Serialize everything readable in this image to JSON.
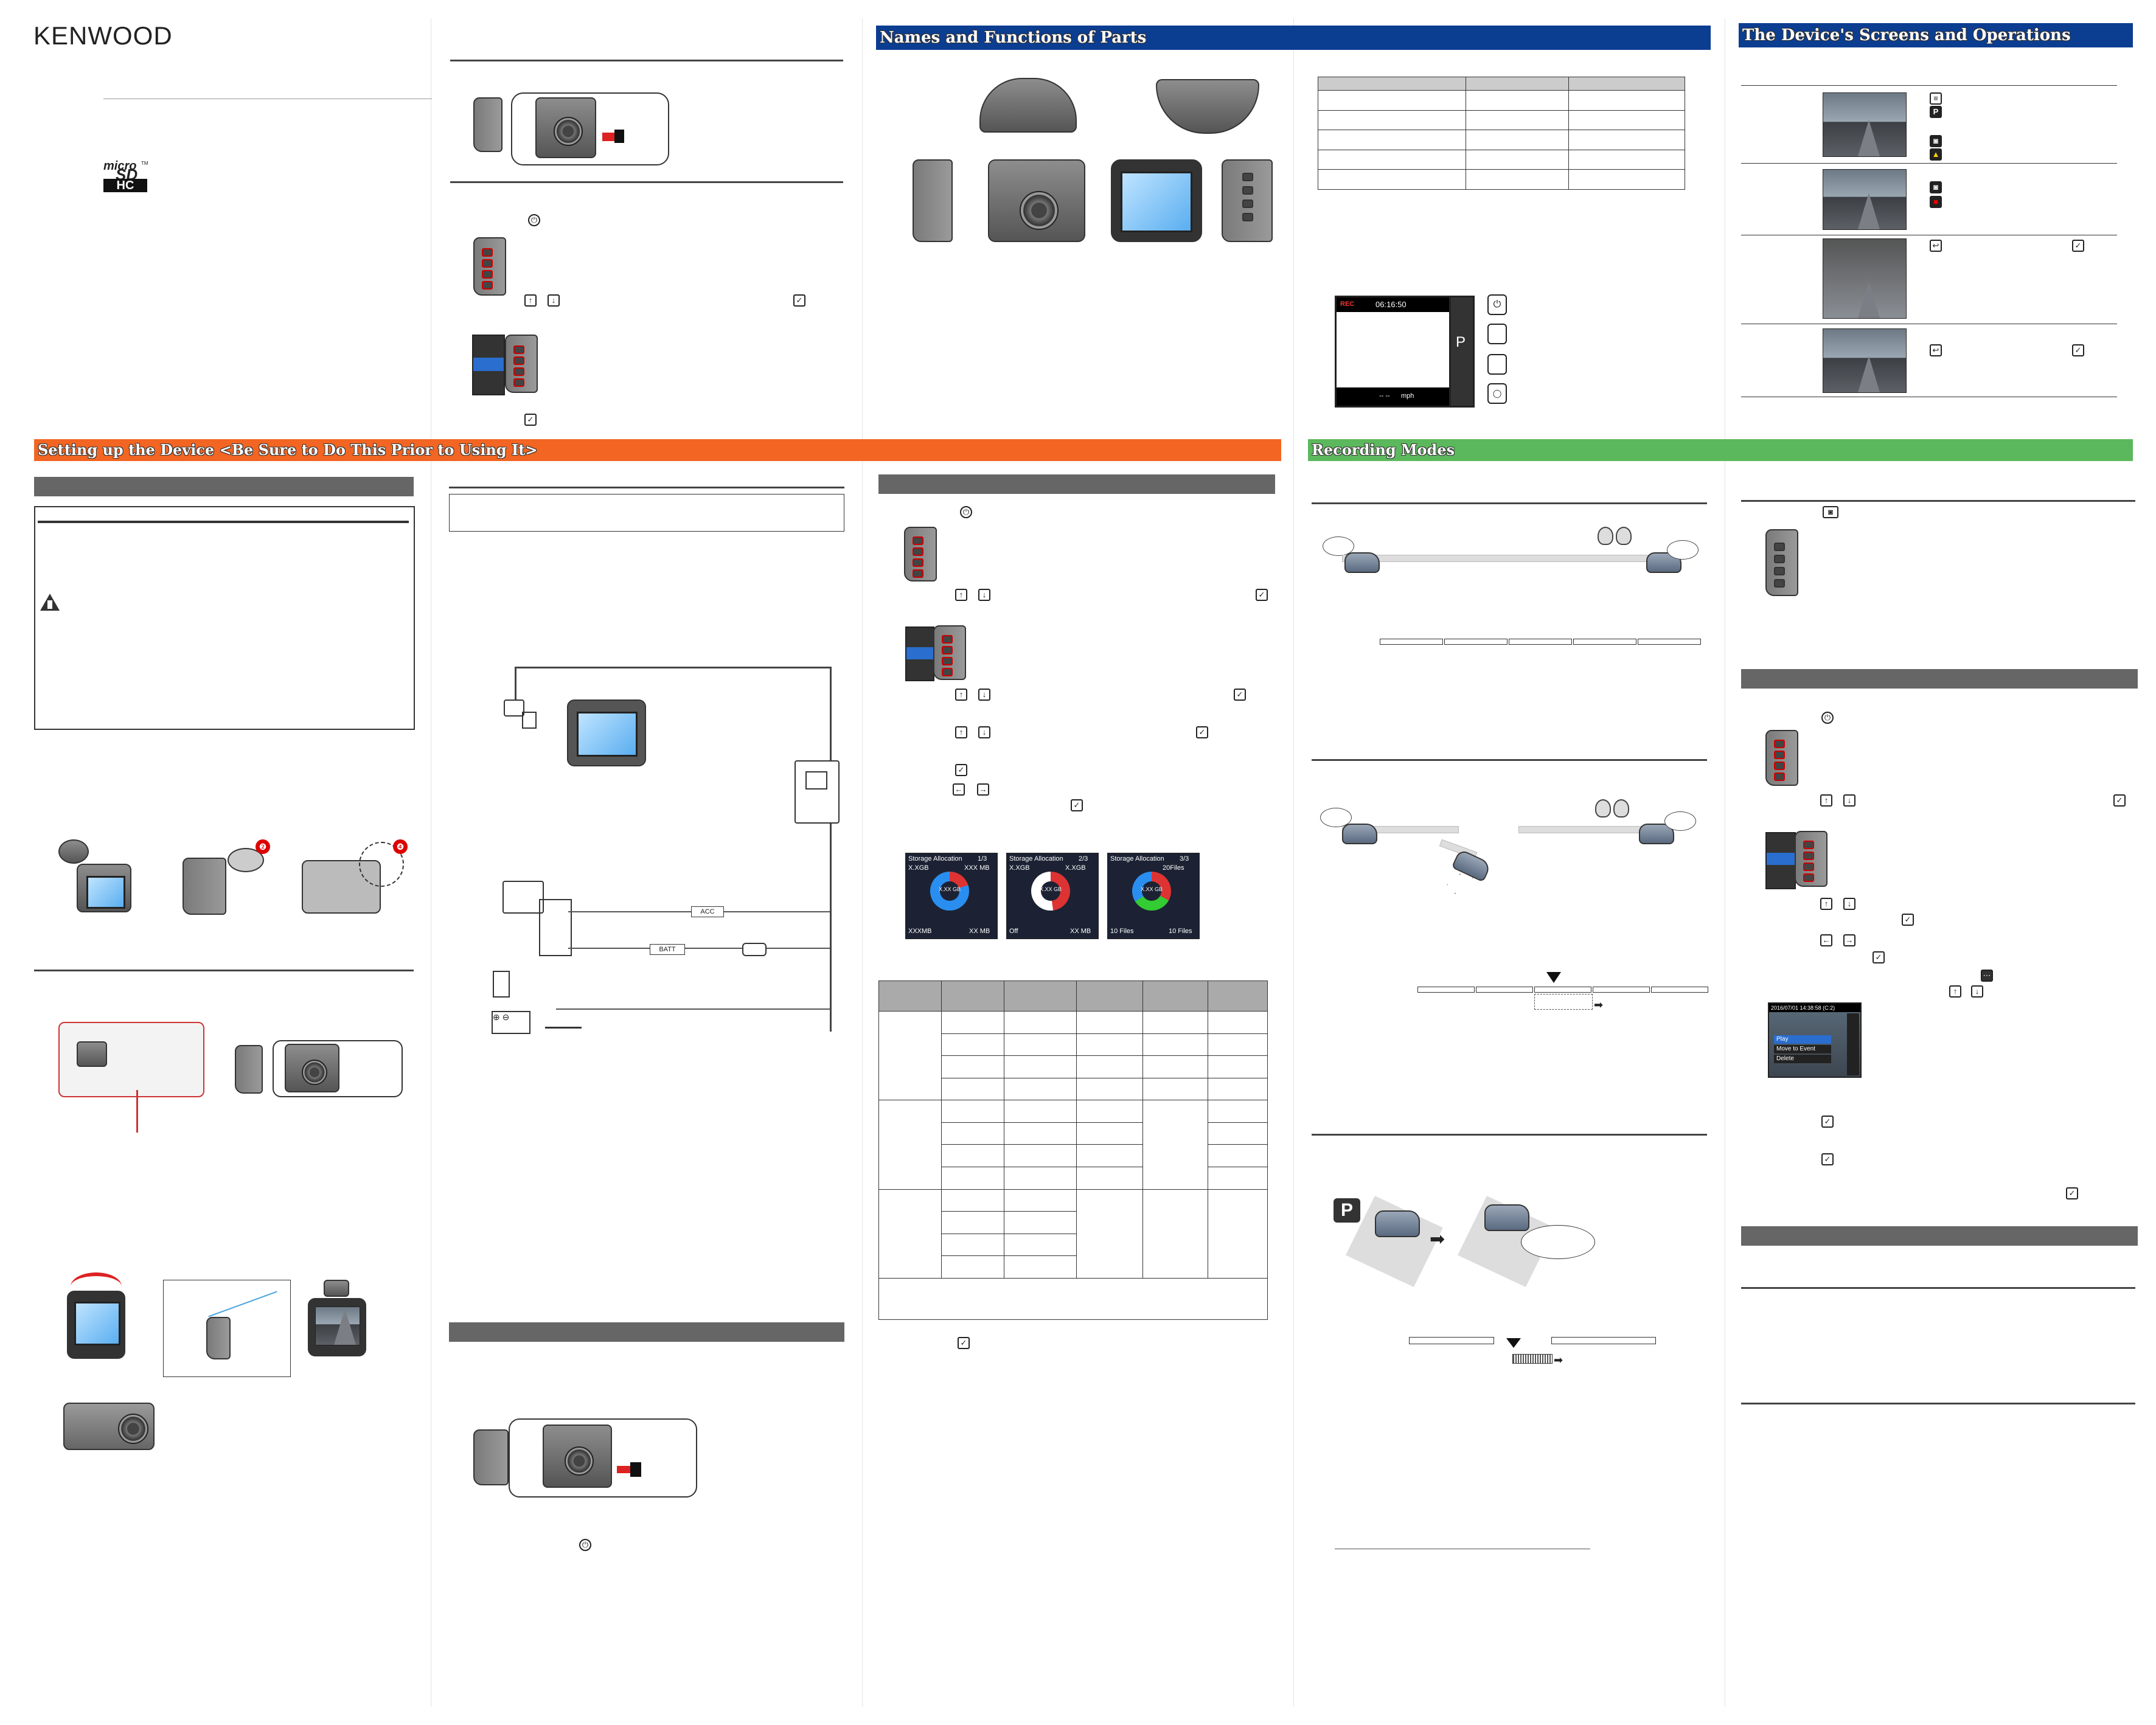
{
  "brand": "KENWOOD",
  "microsd_logo": {
    "line1": "micro",
    "line2": "SD",
    "line3": "HC",
    "tm": "TM"
  },
  "headers": {
    "names_functions": "Names and Functions of Parts",
    "screens_operations": "The Device's Screens and Operations",
    "setting_up": "Setting up the Device <Be Sure to Do This Prior to Using It>",
    "recording_modes": "Recording Modes"
  },
  "screen_readout": {
    "rec_label": "REC",
    "time": "06:16:50",
    "parking": "P",
    "speed_unit": "mph",
    "speed_value": "-- --"
  },
  "wiring": {
    "acc_label": "ACC",
    "batt_label": "BATT"
  },
  "storage_allocation": [
    {
      "title": "Storage Allocation",
      "page": "1/3",
      "top_left": "X.XGB",
      "top_right": "XXX MB",
      "center": "X.XX GB",
      "bottom_left": "XXXMB",
      "bottom_right": "XX MB"
    },
    {
      "title": "Storage Allocation",
      "page": "2/3",
      "top_left": "X.XGB",
      "top_right": "X.XGB",
      "center": "X.XX GB",
      "bottom_left": "Off",
      "bottom_right": "XX MB"
    },
    {
      "title": "Storage Allocation",
      "page": "3/3",
      "top_left": "",
      "top_right": "20Files",
      "center": "X.XX GB",
      "bottom_left": "10 Files",
      "bottom_right": "10 Files"
    }
  ],
  "playback_menu": {
    "timestamp": "2016/07/01 14:38:58 (C:2)",
    "items": [
      "Play",
      "Move to Event",
      "Delete"
    ]
  },
  "parking_badge": "P",
  "colors": {
    "blue_header": "#0b3d91",
    "orange_header": "#f26522",
    "green_header": "#5cb85c",
    "button_red": "#cc0000"
  }
}
